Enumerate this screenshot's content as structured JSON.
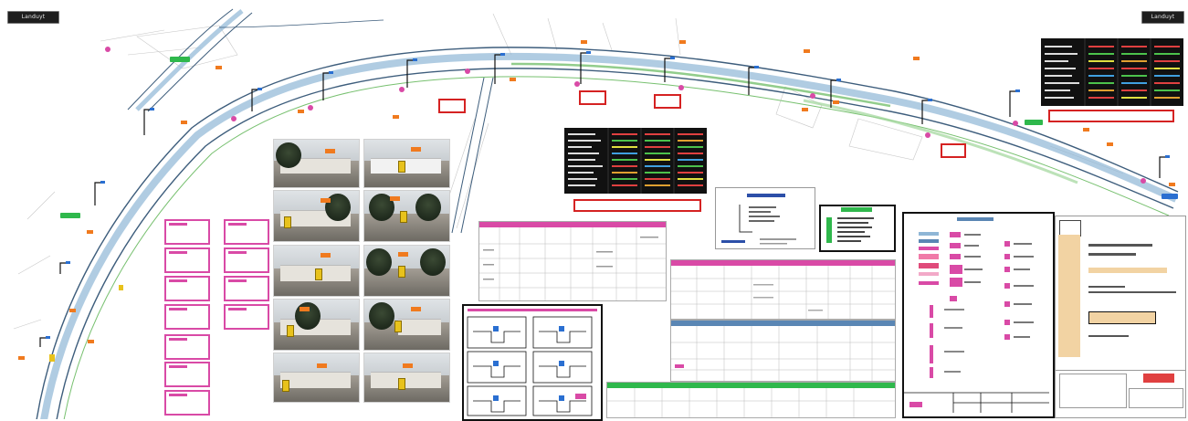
{
  "logos": {
    "left": "Landuyt",
    "right": "Landuyt"
  },
  "colors": {
    "road": "#8fb6d6",
    "road_edge": "#3d5d7c",
    "curb": "#77c06f",
    "pink": "#d94aa6",
    "red": "#d52222",
    "green": "#2fb84c",
    "orange": "#f07a1e",
    "blue_header": "#5a86b4",
    "tan": "#f2d3a3"
  },
  "icons": [
    "street-light-icon",
    "road-sign-icon",
    "marker-icon",
    "north-arrow-icon"
  ],
  "legends": {
    "left_title": "",
    "left_rows": 10,
    "right_title": "",
    "right_rows": 10
  },
  "title_block": {
    "line1": "",
    "line2": "",
    "line3": ""
  }
}
